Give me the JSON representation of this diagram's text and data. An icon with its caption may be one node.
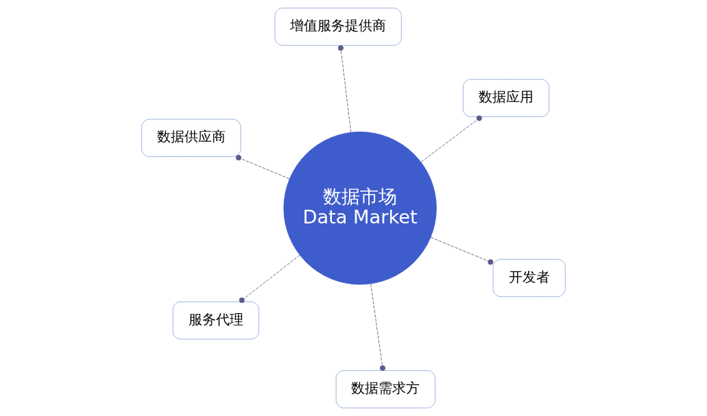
{
  "diagram": {
    "nodes": [
      {
        "text": [
          "数据供应商"
        ]
      },
      {
        "text": [
          "开发者"
        ]
      },
      {
        "text": [
          "数据需求方"
        ]
      },
      {
        "text": [
          "数据市场",
          "Data Market"
        ]
      },
      {
        "text": [
          "数据应用"
        ]
      },
      {
        "text": [
          "增值服务提供商"
        ]
      },
      {
        "text": [
          "服务代理"
        ]
      }
    ],
    "edges": [
      {
        "from": 3,
        "to": 0,
        "arrow": "other",
        "style": "dashed"
      },
      {
        "from": 3,
        "to": 1,
        "arrow": "other",
        "style": "dashed"
      },
      {
        "from": 3,
        "to": 2,
        "arrow": "other",
        "style": "dashed"
      },
      {
        "from": 3,
        "to": 4,
        "arrow": "other",
        "style": "dashed"
      },
      {
        "from": 3,
        "to": 5,
        "arrow": "other",
        "style": "dashed"
      },
      {
        "from": 3,
        "to": 6,
        "arrow": "other",
        "style": "dashed"
      }
    ]
  }
}
